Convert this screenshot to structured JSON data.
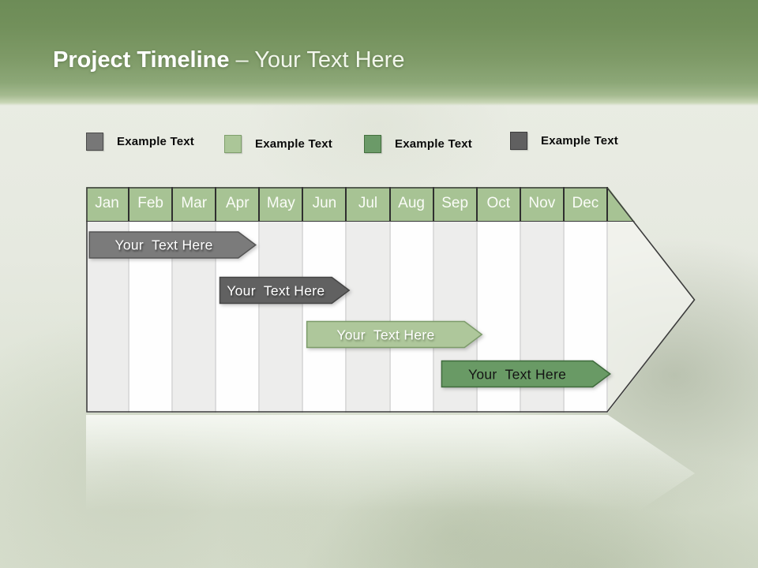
{
  "title": {
    "bold": "Project Timeline",
    "light": " – Your Text Here"
  },
  "legend": {
    "items": [
      {
        "label": "Example Text",
        "swatch_color": "#777777",
        "swatch_border": "#4a4a4a"
      },
      {
        "label": "Example Text",
        "swatch_color": "#abc698",
        "swatch_border": "#7f9f6c"
      },
      {
        "label": "Example Text",
        "swatch_color": "#6b9a68",
        "swatch_border": "#44703f"
      },
      {
        "label": "Example Text",
        "swatch_color": "#606060",
        "swatch_border": "#3d3d3d"
      }
    ]
  },
  "timeline": {
    "months": [
      "Jan",
      "Feb",
      "Mar",
      "Apr",
      "May",
      "Jun",
      "Jul",
      "Aug",
      "Sep",
      "Oct",
      "Nov",
      "Dec"
    ],
    "header_color": "#a7c394",
    "bars": [
      {
        "label": "Your  Text Here",
        "start_month": "Jan",
        "end_month": "Apr",
        "start": 0.05,
        "end": 3.9,
        "fill": "#7b7b7b",
        "stroke": "#545454",
        "text_color": "#ffffff"
      },
      {
        "label": "Your  Text Here",
        "start_month": "Apr",
        "end_month": "Jun",
        "start": 3.05,
        "end": 6.05,
        "fill": "#616161",
        "stroke": "#454545",
        "text_color": "#ffffff"
      },
      {
        "label": "Your  Text Here",
        "start_month": "Jun",
        "end_month": "Sep",
        "start": 5.05,
        "end": 9.1,
        "fill": "#aec79b",
        "stroke": "#7d9c6b",
        "text_color": "#ffffff"
      },
      {
        "label": "Your  Text Here",
        "start_month": "Sep",
        "end_month": "Dec",
        "start": 8.15,
        "end": 12.05,
        "fill": "#699a65",
        "stroke": "#3f6b3c",
        "text_color": "#141414"
      }
    ]
  },
  "chart_data": {
    "type": "gantt",
    "title": "Project Timeline – Your Text Here",
    "categories": [
      "Jan",
      "Feb",
      "Mar",
      "Apr",
      "May",
      "Jun",
      "Jul",
      "Aug",
      "Sep",
      "Oct",
      "Nov",
      "Dec"
    ],
    "tasks": [
      {
        "label": "Your Text Here",
        "row": 1,
        "start_month_index": 0.05,
        "end_month_index": 3.9,
        "color": "#7b7b7b"
      },
      {
        "label": "Your Text Here",
        "row": 2,
        "start_month_index": 3.05,
        "end_month_index": 6.05,
        "color": "#616161"
      },
      {
        "label": "Your Text Here",
        "row": 3,
        "start_month_index": 5.05,
        "end_month_index": 9.1,
        "color": "#aec79b"
      },
      {
        "label": "Your Text Here",
        "row": 4,
        "start_month_index": 8.15,
        "end_month_index": 12.05,
        "color": "#699a65"
      }
    ],
    "legend_entries": [
      "Example Text",
      "Example Text",
      "Example Text",
      "Example Text"
    ],
    "axis": "months Jan–Dec, arrow-shaped band pointing right"
  }
}
